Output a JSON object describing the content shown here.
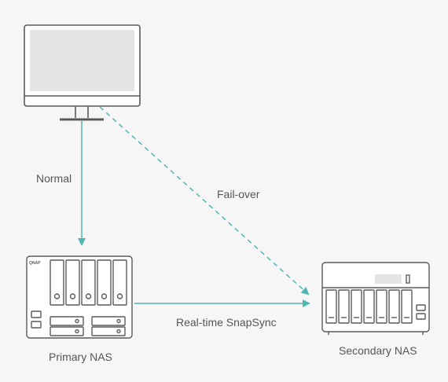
{
  "labels": {
    "normal": "Normal",
    "failover": "Fail-over",
    "snapsync": "Real-time SnapSync",
    "primary": "Primary NAS",
    "secondary": "Secondary NAS"
  },
  "brand": {
    "logo_text": "QNAP"
  },
  "colors": {
    "arrow": "#4db6b0",
    "outline": "#5a5a5a",
    "screen": "#e4e4e4",
    "background": "#f6f6f6"
  }
}
